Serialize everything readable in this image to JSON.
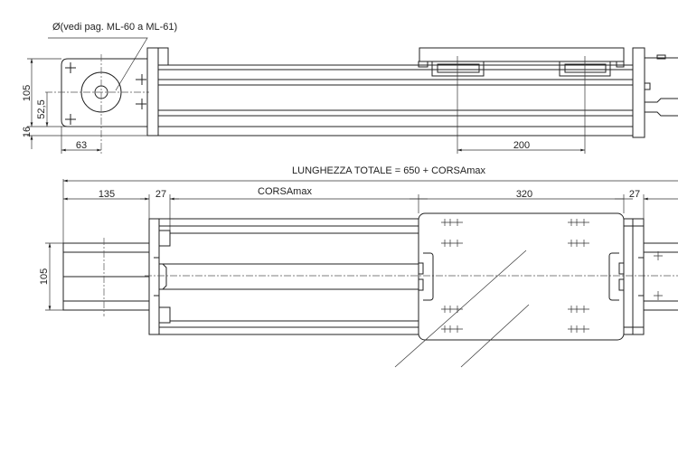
{
  "drawing": {
    "note_diameter": "Ø(vedi pag. ML-60 a ML-61)",
    "top_view": {
      "dim_height": "105",
      "dim_center": "52,5",
      "dim_offset": "16",
      "dim_motor_axis": "63",
      "dim_carriage_pitch": "200"
    },
    "bottom_view": {
      "total_length": "LUNGHEZZA TOTALE = 650 + CORSAmax",
      "dim_motor": "135",
      "dim_flange_left": "27",
      "dim_stroke": "CORSAmax",
      "dim_carriage": "320",
      "dim_flange_right": "27",
      "dim_height": "105"
    }
  }
}
